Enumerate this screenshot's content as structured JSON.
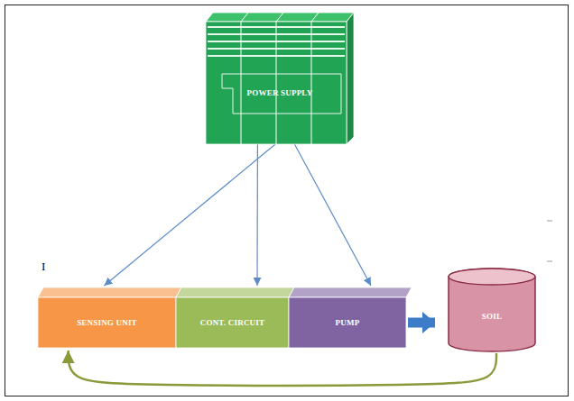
{
  "diagram": {
    "nodes": [
      {
        "text": [
          "POWER SUPPLY"
        ]
      },
      {
        "text": [
          "SENSING UNIT"
        ]
      },
      {
        "text": [
          "CONT. CIRCUIT"
        ]
      },
      {
        "text": [
          "PUMP"
        ]
      },
      {
        "text": [
          "SOIL"
        ]
      }
    ],
    "edges": [
      {
        "from": 0,
        "to": 1,
        "arrow": "to"
      },
      {
        "from": 0,
        "to": 2,
        "arrow": "to"
      },
      {
        "from": 0,
        "to": 3,
        "arrow": "to"
      },
      {
        "from": 3,
        "to": 4,
        "arrow": "to"
      },
      {
        "from": 4,
        "to": 1,
        "arrow": "to"
      }
    ],
    "labels": [
      "I"
    ]
  }
}
